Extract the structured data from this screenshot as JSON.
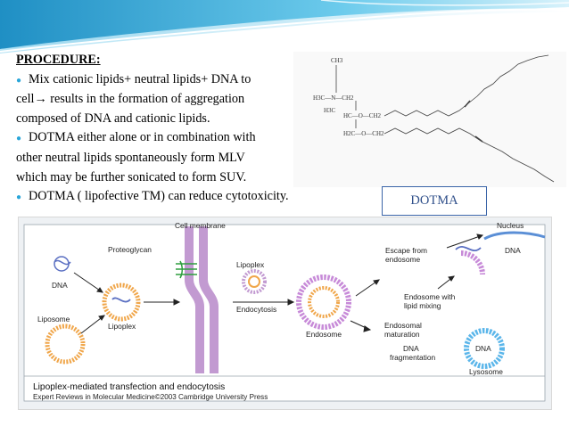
{
  "procedure": {
    "heading": "PROCEDURE:",
    "bullet1_line1": "Mix cationic lipids+ neutral lipids+ DNA to",
    "bullet1_line2_a": "cell",
    "bullet1_arrow": "→",
    "bullet1_line2_b": " results in the formation of aggregation",
    "bullet1_line3": "composed of DNA and cationic lipids.",
    "bullet2_line1": "DOTMA either alone or in combination with",
    "bullet2_line2": "other neutral lipids spontaneously form MLV",
    "bullet2_line3": "which may be further sonicated to form SUV.",
    "bullet3_line1": "DOTMA ( lipofective TM) can reduce cytotoxicity."
  },
  "molecule": {
    "label": "DOTMA",
    "atoms": {
      "ch3_top": "CH3",
      "h3c_n": "H3C—N—CH2",
      "h3c_low": "H3C",
      "hc_o": "HC—O—CH2",
      "h2c_o": "H2C—O—CH2"
    }
  },
  "figure": {
    "labels": {
      "cell_membrane": "Cell membrane",
      "proteoglycan": "Proteoglycan",
      "dna": "DNA",
      "liposome": "Liposome",
      "lipoplex_left": "Lipoplex",
      "lipoplex_mid": "Lipoplex",
      "endocytosis": "Endocytosis",
      "endosome": "Endosome",
      "escape_line1": "Escape from",
      "escape_line2": "endosome",
      "nucleus": "Nucleus",
      "dna_right": "DNA",
      "endosome_with_line1": "Endosome with",
      "endosome_with_line2": "lipid mixing",
      "endosomal_line1": "Endosomal",
      "endosomal_line2": "maturation",
      "dna_frag_line1": "DNA",
      "dna_frag_line2": "fragmentation",
      "lysosome_dna": "DNA",
      "lysosome": "Lysosome"
    },
    "caption": "Lipoplex-mediated transfection and endocytosis",
    "credit": "Expert Reviews in Molecular Medicine©2003 Cambridge University Press"
  },
  "colors": {
    "bullet": "#2aa6d9",
    "membrane": "#b98ec7",
    "liposome": "#f0a64a",
    "endosome": "#c78ad8",
    "lysosome": "#5bb6ea",
    "box_border": "#3a64a8"
  }
}
